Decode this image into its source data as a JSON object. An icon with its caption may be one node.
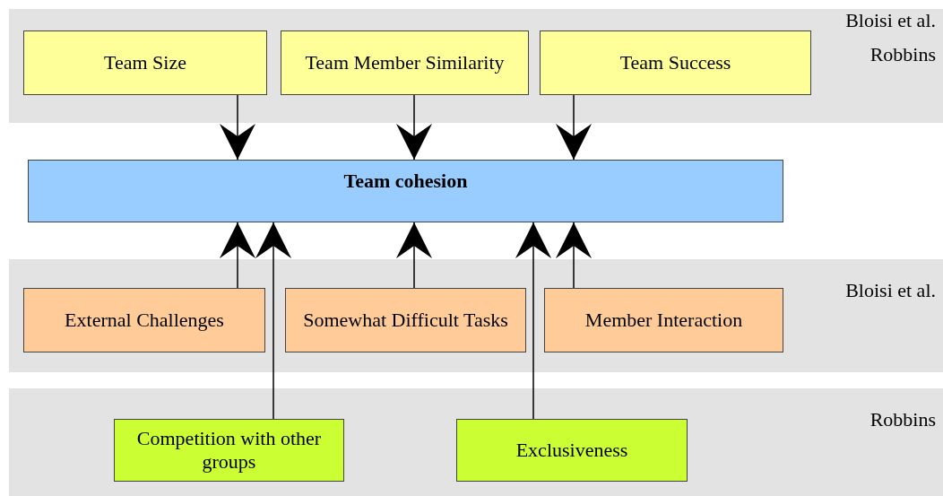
{
  "diagram": {
    "nodes": [
      {
        "text": [
          "Bloisi et al.",
          "Robbins"
        ]
      },
      {
        "text": [
          "Team Size"
        ],
        "in": 0
      },
      {
        "text": [
          "Team Member Similarity"
        ],
        "in": 0
      },
      {
        "text": [
          "Team Success"
        ],
        "in": 0
      },
      {
        "text": [
          "Team cohesion"
        ]
      },
      {
        "text": [
          "Bloisi et al."
        ]
      },
      {
        "text": [
          "External Challenges"
        ],
        "in": 5
      },
      {
        "text": [
          "Somewhat Difficult Tasks"
        ],
        "in": 5
      },
      {
        "text": [
          "Member Interaction"
        ],
        "in": 5
      },
      {
        "text": [
          "Robbins"
        ]
      },
      {
        "text": [
          "Competition with other groups"
        ],
        "in": 9
      },
      {
        "text": [
          "Exclusiveness"
        ],
        "in": 9
      }
    ],
    "edges": [
      {
        "from": 1,
        "to": 4,
        "arrow": "to"
      },
      {
        "from": 2,
        "to": 4,
        "arrow": "to"
      },
      {
        "from": 3,
        "to": 4,
        "arrow": "to"
      },
      {
        "from": 6,
        "to": 4,
        "arrow": "to"
      },
      {
        "from": 10,
        "to": 4,
        "arrow": "to"
      },
      {
        "from": 7,
        "to": 4,
        "arrow": "to"
      },
      {
        "from": 11,
        "to": 4,
        "arrow": "to"
      },
      {
        "from": 8,
        "to": 4,
        "arrow": "to"
      }
    ]
  }
}
